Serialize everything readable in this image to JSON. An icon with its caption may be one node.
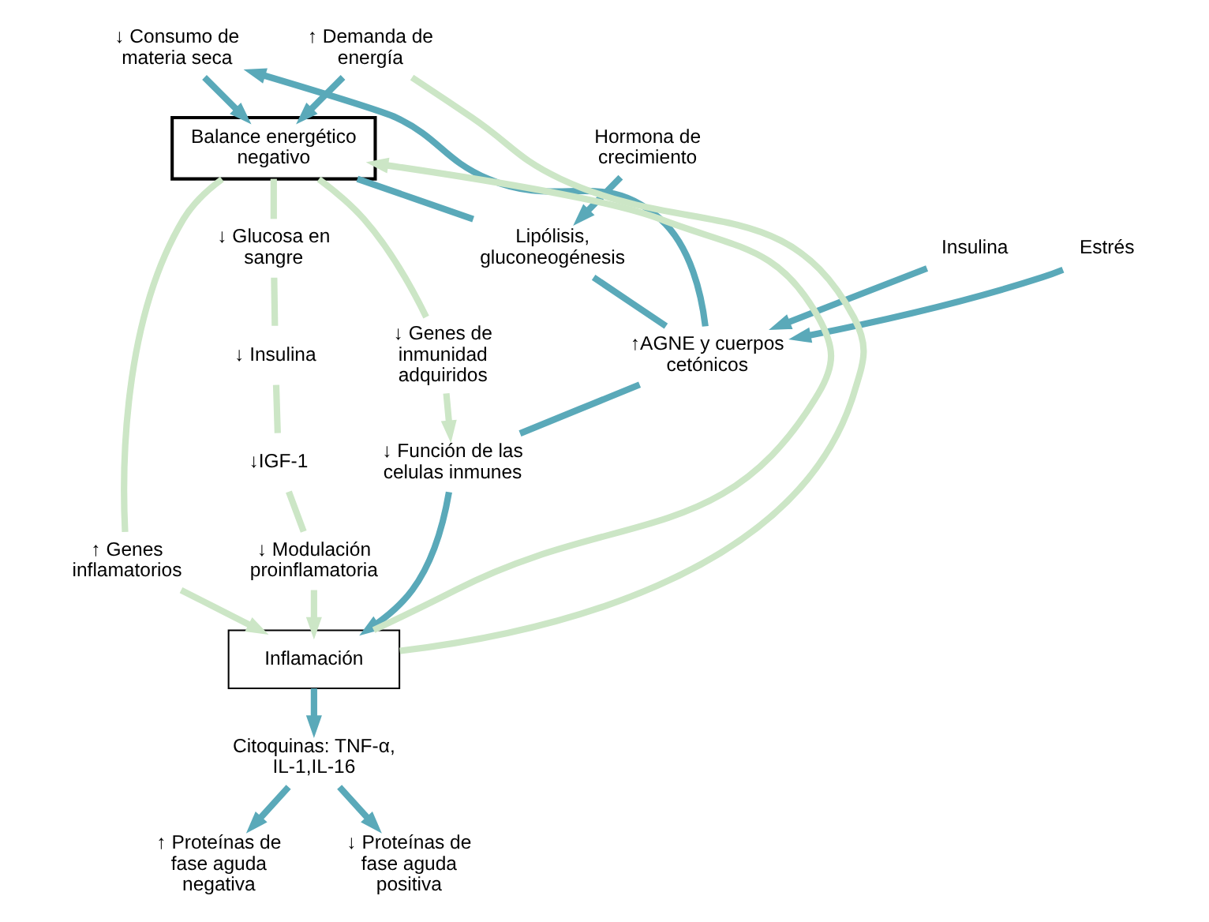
{
  "diagram": {
    "nodes": [
      {
        "text": [
          "↓ Consumo de materia seca"
        ]
      },
      {
        "text": [
          "↑ Demanda de energía"
        ]
      },
      {
        "text": [
          "Balance energético negativo"
        ]
      },
      {
        "text": [
          "Hormona de crecimiento"
        ]
      },
      {
        "text": [
          "Lipólisis, gluconeogénesis"
        ]
      },
      {
        "text": [
          "Insulina"
        ]
      },
      {
        "text": [
          "Estrés"
        ]
      },
      {
        "text": [
          "↑AGNE y cuerpos cetónicos"
        ]
      },
      {
        "text": [
          "↓ Función de las celulas inmunes"
        ]
      },
      {
        "text": [
          "Inflamación"
        ]
      },
      {
        "text": [
          "Citoquinas: TNF-α, IL-1,IL-16"
        ]
      },
      {
        "text": [
          "↑ Proteínas de fase aguda negativa"
        ]
      },
      {
        "text": [
          "↓ Proteínas de fase aguda positiva"
        ]
      },
      {
        "text": [
          "↓ Glucosa en sangre"
        ]
      },
      {
        "text": [
          "↓ Insulina"
        ]
      },
      {
        "text": [
          "↓IGF-1"
        ]
      },
      {
        "text": [
          "↓ Modulación proinflamatoria"
        ]
      },
      {
        "text": [
          "↓ Genes de inmunidad adquiridos"
        ]
      },
      {
        "text": [
          "↑ Genes inflamatorios"
        ]
      }
    ],
    "edges": [
      {
        "from": 0,
        "to": 2,
        "arrow": "to"
      },
      {
        "from": 1,
        "to": 2,
        "arrow": "to"
      },
      {
        "from": 2,
        "to": 4,
        "arrow": "none"
      },
      {
        "from": 3,
        "to": 4,
        "arrow": "to"
      },
      {
        "from": 4,
        "to": 7,
        "arrow": "none"
      },
      {
        "from": 5,
        "to": 7,
        "arrow": "to"
      },
      {
        "from": 6,
        "to": 7,
        "arrow": "to"
      },
      {
        "from": 7,
        "to": 0,
        "arrow": "to"
      },
      {
        "from": 7,
        "to": 8,
        "arrow": "none"
      },
      {
        "from": 8,
        "to": 9,
        "arrow": "to"
      },
      {
        "from": 9,
        "to": 10,
        "arrow": "to"
      },
      {
        "from": 10,
        "to": 11,
        "arrow": "to"
      },
      {
        "from": 10,
        "to": 12,
        "arrow": "to"
      },
      {
        "from": 9,
        "to": 2,
        "arrow": "to",
        "color": "#cce6c6"
      },
      {
        "from": 9,
        "to": 1,
        "arrow": "none",
        "color": "#cce6c6"
      },
      {
        "from": 2,
        "to": 13,
        "arrow": "none",
        "color": "#cce6c6"
      },
      {
        "from": 13,
        "to": 14,
        "arrow": "none",
        "color": "#cce6c6"
      },
      {
        "from": 14,
        "to": 15,
        "arrow": "none",
        "color": "#cce6c6"
      },
      {
        "from": 15,
        "to": 16,
        "arrow": "none",
        "color": "#cce6c6"
      },
      {
        "from": 16,
        "to": 9,
        "arrow": "to",
        "color": "#cce6c6"
      },
      {
        "from": 2,
        "to": 17,
        "arrow": "none",
        "color": "#cce6c6"
      },
      {
        "from": 17,
        "to": 8,
        "arrow": "to",
        "color": "#cce6c6"
      },
      {
        "from": 2,
        "to": 18,
        "arrow": "none",
        "color": "#cce6c6"
      },
      {
        "from": 18,
        "to": 9,
        "arrow": "to",
        "color": "#cce6c6"
      }
    ]
  }
}
